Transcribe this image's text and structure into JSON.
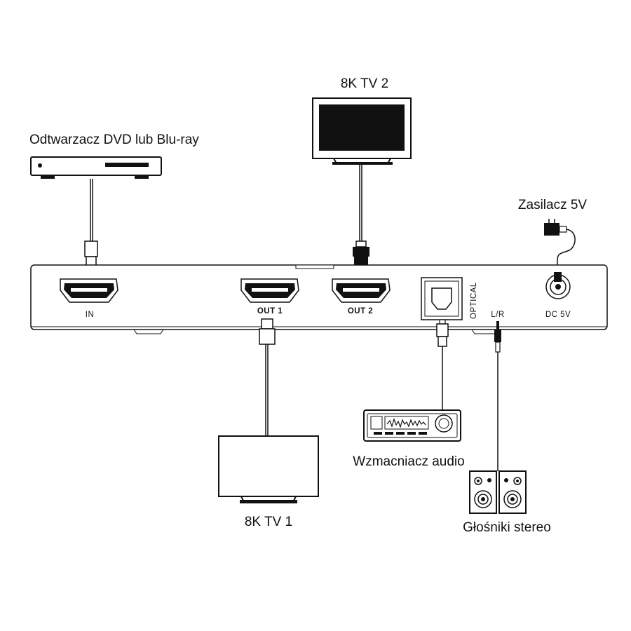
{
  "labels": {
    "dvd_player": "Odtwarzacz DVD lub Blu-ray",
    "tv2": "8K TV 2",
    "tv1": "8K TV 1",
    "power_supply": "Zasilacz 5V",
    "amplifier": "Wzmacniacz audio",
    "speakers": "Głośniki stereo"
  },
  "ports": {
    "in": "IN",
    "out1": "OUT 1",
    "out2": "OUT 2",
    "optical": "OPTICAL",
    "lr": "L/R",
    "dc": "DC 5V"
  }
}
